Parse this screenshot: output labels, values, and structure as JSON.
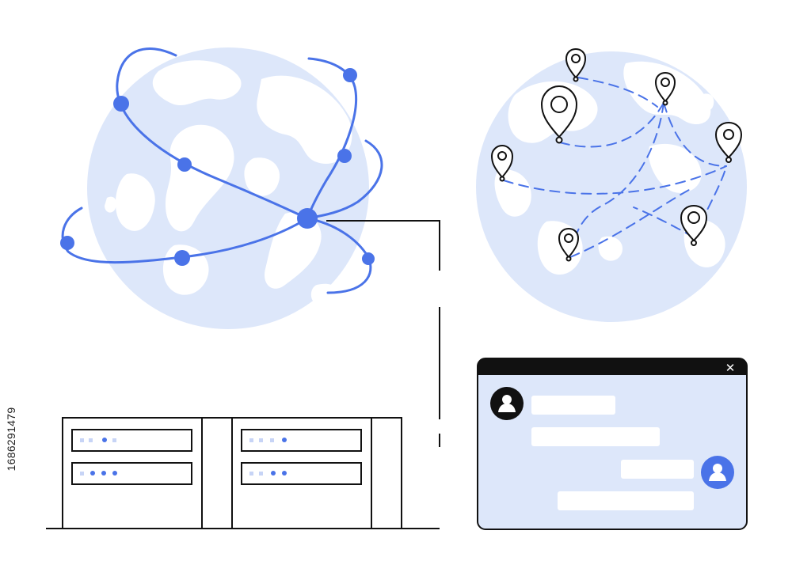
{
  "illustration": {
    "stock_id": "1686291479",
    "colors": {
      "accent": "#4a73e8",
      "globe_fill": "#dde7fa",
      "land": "#ffffff",
      "line": "#111111",
      "chat_bg": "#dde7fa",
      "titlebar": "#111111",
      "avatar_dark": "#111111",
      "avatar_blue": "#4a73e8"
    },
    "icons": {
      "network_globe": "globe-with-orbits",
      "map_globe": "globe-with-pins",
      "pin": "map-pin-icon",
      "server": "server-rack",
      "chat": "chat-window",
      "close": "close-icon",
      "user": "user-avatar-icon"
    },
    "chat_window": {
      "close_glyph": "✕",
      "message_count": 4
    },
    "map_pin_count": 7,
    "orbit_node_count": 8
  }
}
